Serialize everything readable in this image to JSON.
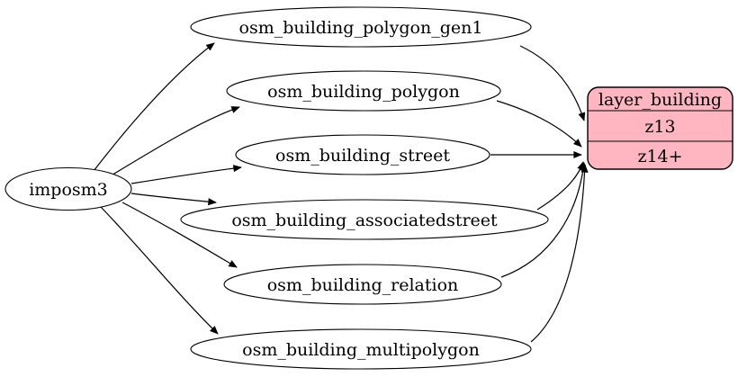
{
  "diagram": {
    "background_color": "#ffffff",
    "edge_color": "#000000",
    "source": {
      "label": "imposm3"
    },
    "tables": [
      {
        "label": "osm_building_polygon_gen1"
      },
      {
        "label": "osm_building_polygon"
      },
      {
        "label": "osm_building_street"
      },
      {
        "label": "osm_building_associatedstreet"
      },
      {
        "label": "osm_building_relation"
      },
      {
        "label": "osm_building_multipolygon"
      }
    ],
    "layer": {
      "title": "layer_building",
      "zoom_rows": [
        "z13",
        "z14+"
      ],
      "fill": "#ffb6c1"
    },
    "edges": [
      {
        "from": "imposm3",
        "to": "osm_building_polygon_gen1"
      },
      {
        "from": "imposm3",
        "to": "osm_building_polygon"
      },
      {
        "from": "imposm3",
        "to": "osm_building_street"
      },
      {
        "from": "imposm3",
        "to": "osm_building_associatedstreet"
      },
      {
        "from": "imposm3",
        "to": "osm_building_relation"
      },
      {
        "from": "imposm3",
        "to": "osm_building_multipolygon"
      },
      {
        "from": "osm_building_polygon_gen1",
        "to": "layer_building:z13"
      },
      {
        "from": "osm_building_polygon",
        "to": "layer_building:z14+"
      },
      {
        "from": "osm_building_street",
        "to": "layer_building:z14+"
      },
      {
        "from": "osm_building_associatedstreet",
        "to": "layer_building:z14+"
      },
      {
        "from": "osm_building_relation",
        "to": "layer_building:z14+"
      },
      {
        "from": "osm_building_multipolygon",
        "to": "layer_building:z14+"
      }
    ]
  }
}
